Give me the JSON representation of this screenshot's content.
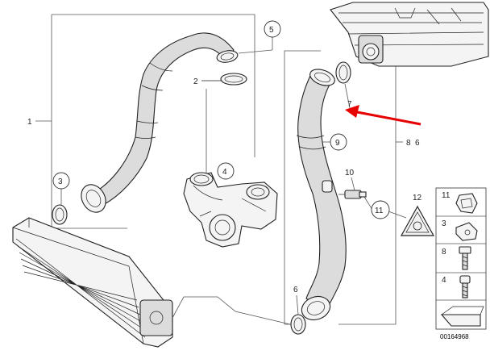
{
  "callouts": {
    "c1": "1",
    "c2": "2",
    "c3": "3",
    "c4": "4",
    "c5": "5",
    "c6": "6",
    "c7": "7",
    "c8": "8",
    "c9": "9",
    "c10": "10",
    "c11": "11",
    "c12": "12",
    "c6b": "6"
  },
  "legend": {
    "items": [
      "11",
      "3",
      "8",
      "4"
    ]
  },
  "reference_number": "00164968",
  "highlight_arrow_color": "#e60000"
}
